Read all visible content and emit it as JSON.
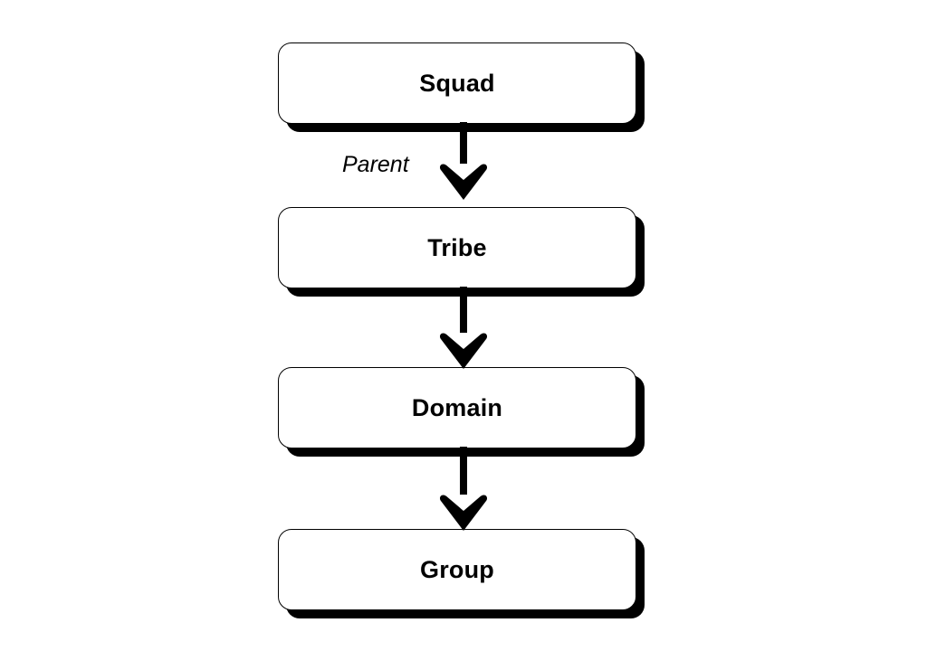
{
  "diagram": {
    "type": "flowchart",
    "orientation": "top-to-bottom",
    "background_color": "#ffffff",
    "node_fill_color": "#ffffff",
    "node_border_color": "#000000",
    "shadow_color": "#000000",
    "arrow_color": "#000000",
    "nodes": [
      {
        "id": "squad",
        "label": "Squad"
      },
      {
        "id": "tribe",
        "label": "Tribe"
      },
      {
        "id": "domain",
        "label": "Domain"
      },
      {
        "id": "group",
        "label": "Group"
      }
    ],
    "edges": [
      {
        "from": "squad",
        "to": "tribe",
        "label": "Parent"
      },
      {
        "from": "tribe",
        "to": "domain",
        "label": ""
      },
      {
        "from": "domain",
        "to": "group",
        "label": ""
      }
    ],
    "edge_labels": {
      "parent": "Parent"
    }
  }
}
